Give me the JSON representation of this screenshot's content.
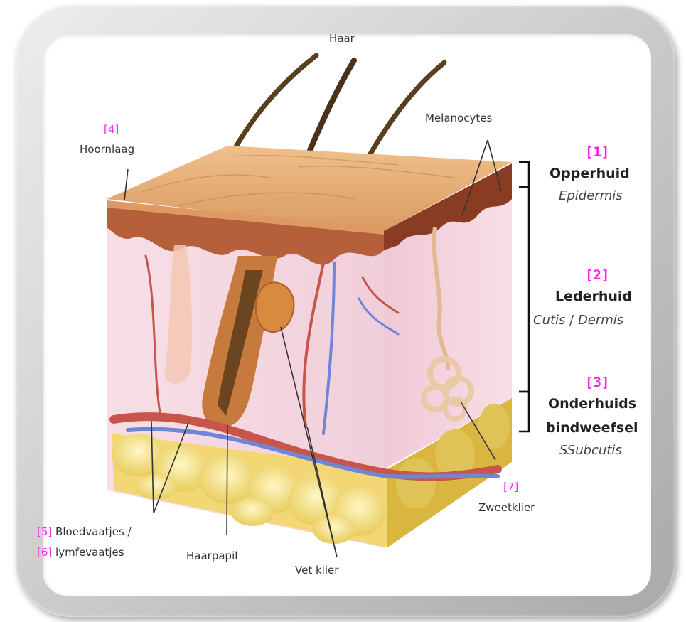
{
  "labels": {
    "haar": "Haar",
    "melanocytes": "Melanocytes",
    "hoornlaag_num": "[4]",
    "hoornlaag": "Hoornlaag",
    "bloed_num": "[5]",
    "bloed": "Bloedvaatjes /",
    "lymfe_num": "[6]",
    "lymfe": "lymfevaatjes",
    "haarpapil": "Haarpapil",
    "vetklier": "Vet klier",
    "zweet_num": "[7]",
    "zweetklier": "Zweetklier"
  },
  "layers": [
    {
      "num": "[1]",
      "name": "Opperhuid",
      "latin": "Epidermis"
    },
    {
      "num": "[2]",
      "name": "Lederhuid",
      "latin_a": "Cutis",
      "latin_sep": " / ",
      "latin_b": "Dermis"
    },
    {
      "num": "[3]",
      "name": "Onderhuids",
      "name2": "bindweefsel",
      "latin": "SSubcutis"
    }
  ],
  "colors": {
    "accent": "#ff22ee",
    "skin_top": "#e8b27e",
    "epidermis": "#b8623c",
    "dermis": "#f4d4dc",
    "fat": "#f3df8a",
    "artery": "#c8554a",
    "vein": "#6f86d6"
  }
}
